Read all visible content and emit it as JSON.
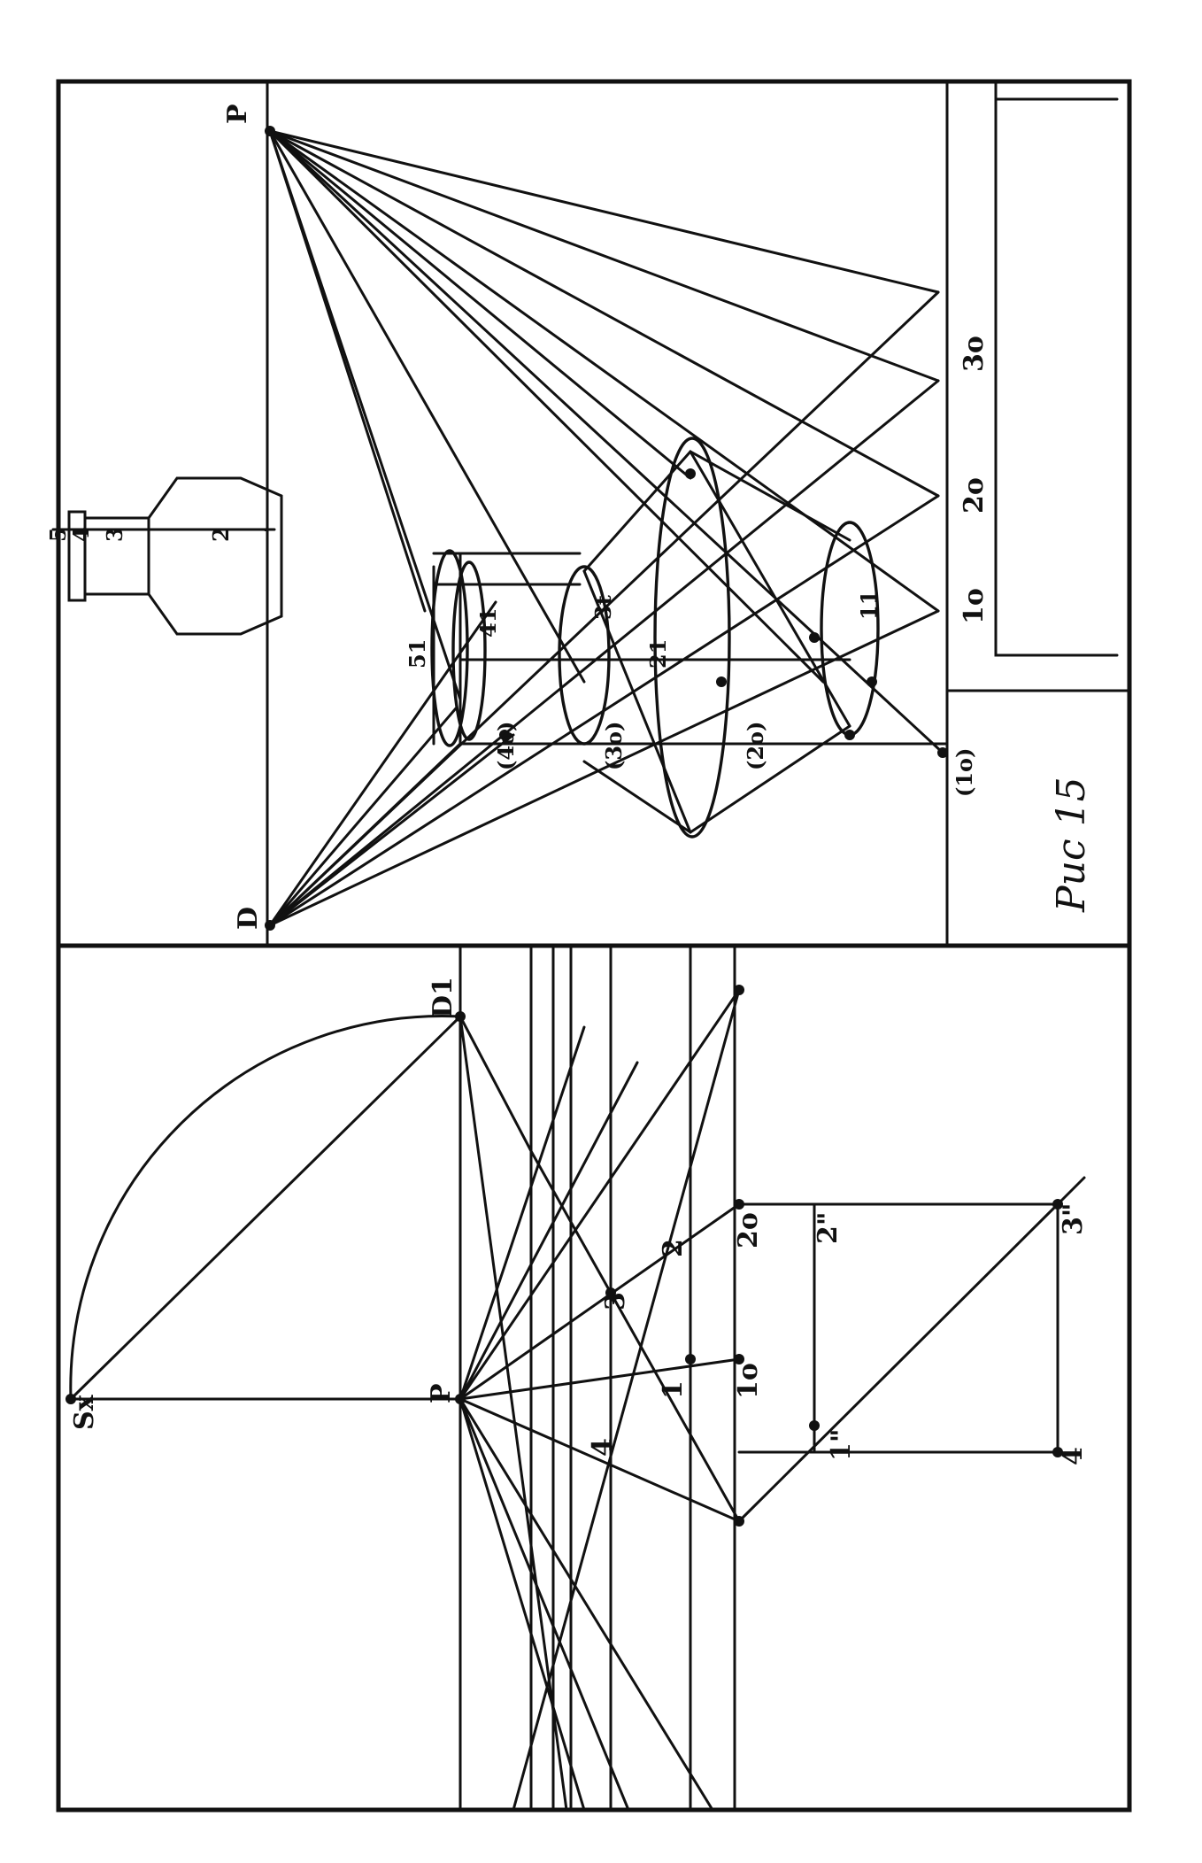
{
  "figure": {
    "caption": "Рис 15",
    "ink_color": "#111111",
    "paper_color": "#ffffff"
  },
  "plan_labels": {
    "sx": "Sx",
    "d1": "D1",
    "p": "P",
    "n2": "2",
    "n3": "3",
    "n4": "4",
    "n1": "1",
    "n2o": "2o",
    "n1o": "1o",
    "n2p": "2\"",
    "n1p": "1\"",
    "n3p": "3\"",
    "n4b": "4"
  },
  "persp_labels": {
    "p_top": "P",
    "d_left": "D",
    "s1": "51",
    "l41": "41",
    "l3t": "3t",
    "l21": "21",
    "l11": "11",
    "l4o": "(4o)",
    "l3o": "(3o)",
    "l2o": "(2o)",
    "l1o": "(1o)",
    "t3o": "3o",
    "t2o": "2o",
    "t1o": "1o"
  },
  "elevation_labels": {
    "e5": "5",
    "e4": "4",
    "e3": "3",
    "e2": "2"
  }
}
